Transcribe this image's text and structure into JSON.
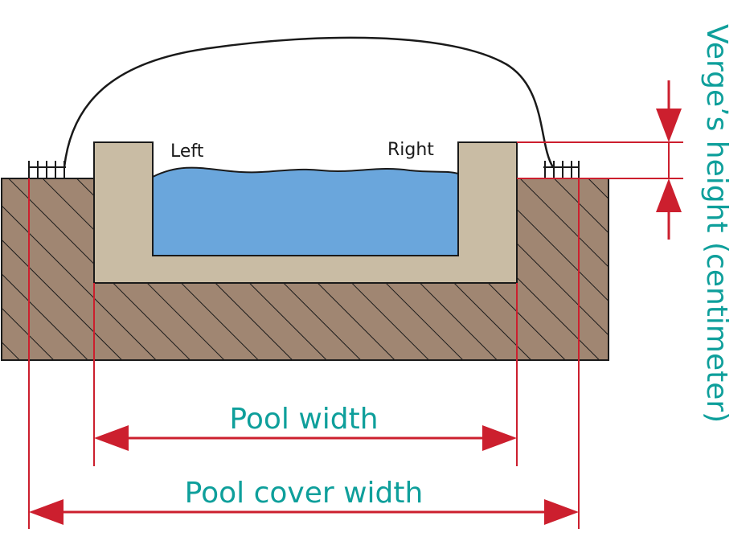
{
  "labels": {
    "left": "Left",
    "right": "Right",
    "pool_width": "Pool width",
    "pool_cover_width": "Pool cover width",
    "verge_height": "Verge’s height (centimeter)"
  },
  "colors": {
    "soil": "#a08672",
    "concrete": "#c9bca4",
    "water": "#6aa6dc",
    "dimension": "#cc1f2e",
    "label_teal": "#0e9f9b",
    "outline": "#1a1a1a"
  }
}
